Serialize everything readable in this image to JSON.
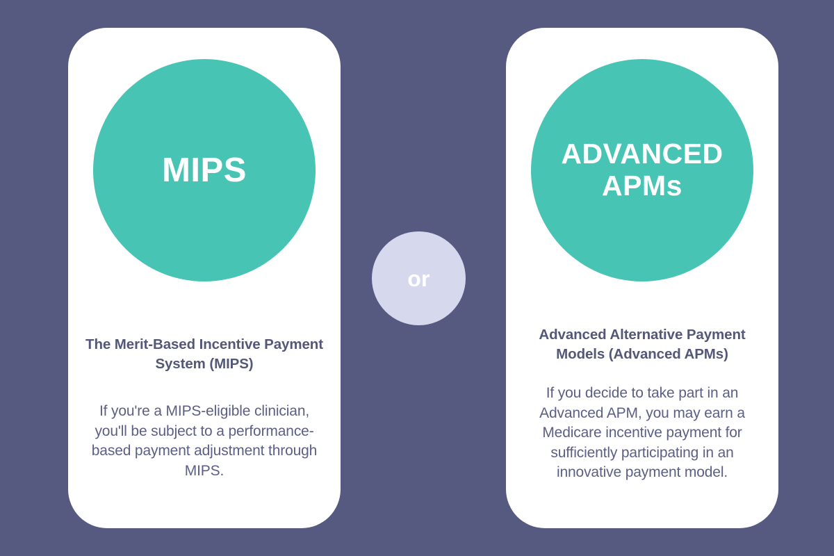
{
  "theme": {
    "background": "#575A80",
    "card_background": "#FFFFFF",
    "circle_teal": "#48C4B4",
    "or_badge_background": "#D6D9EE",
    "heading_color": "#545878",
    "body_color": "#5B5F85",
    "circle_label_color": "#FFFFFF"
  },
  "connector": {
    "label": "or"
  },
  "options": [
    {
      "circle_label": "MIPS",
      "heading": "The Merit-Based Incentive Payment System (MIPS)",
      "body": "If you're a MIPS-eligible clinician, you'll be subject to a performance-based payment adjustment through MIPS."
    },
    {
      "circle_label_line1": "ADVANCED",
      "circle_label_line2": "APMs",
      "heading": "Advanced Alternative Payment Models (Advanced APMs)",
      "body": "If you decide to take part in an Advanced APM, you may earn a Medicare incentive payment for sufficiently participating in an innovative payment model."
    }
  ]
}
